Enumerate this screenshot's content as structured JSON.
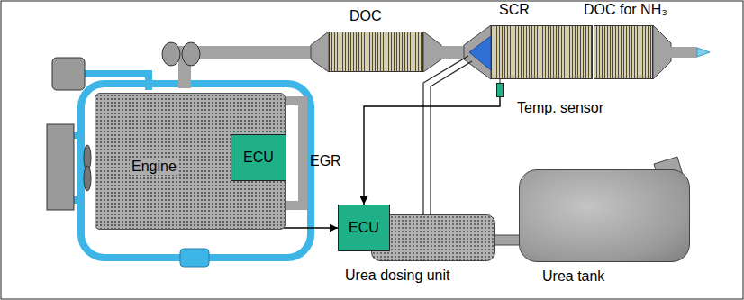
{
  "diagram": {
    "nodes": [
      {
        "text": [
          "Engine"
        ]
      },
      {
        "text": [
          "ECU"
        ],
        "in": 0
      },
      {
        "text": [
          "DOC"
        ]
      },
      {
        "text": [
          "SCR"
        ]
      },
      {
        "text": [
          "DOC for NH₃"
        ]
      },
      {
        "text": [
          "Temp. sensor"
        ]
      },
      {
        "text": [
          "Urea dosing unit"
        ]
      },
      {
        "text": [
          "ECU"
        ],
        "in": 6
      },
      {
        "text": [
          "Urea tank"
        ]
      }
    ],
    "edges": [
      {
        "from": 1,
        "to": 7,
        "arrow": "both"
      },
      {
        "from": 5,
        "to": 7,
        "arrow": "to"
      }
    ],
    "labels": [
      "EGR"
    ]
  }
}
